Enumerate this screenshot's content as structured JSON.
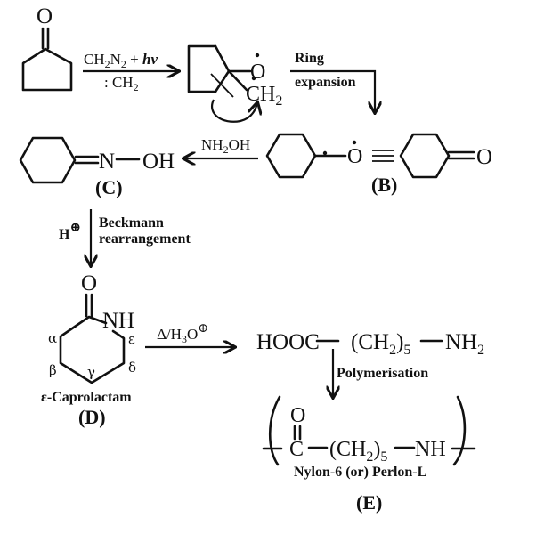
{
  "diagram": {
    "title": "Synthesis of Nylon-6 from cyclopentanone",
    "step1": {
      "reagent_top": "CH2N2 + hv",
      "reagent_top_parts": [
        "CH",
        "2",
        "N",
        "2",
        " + ",
        "hν"
      ],
      "reagent_bottom": ": CH2",
      "reagent_bottom_parts": [
        ": CH",
        "2"
      ],
      "start_atom_O": "O",
      "intermediate_O": "O",
      "intermediate_CH2": "CH2",
      "intermediate_CH2_parts": [
        "CH",
        "2"
      ]
    },
    "step2": {
      "label_line1": "Ring",
      "label_line2": "expansion"
    },
    "compound_B": {
      "label": "(B)",
      "radical_O": "O",
      "equivalence": "≡",
      "ketone_O": "O"
    },
    "step3": {
      "reagent": "NH2OH",
      "reagent_parts": [
        "NH",
        "2",
        "OH"
      ]
    },
    "compound_C": {
      "label": "(C)",
      "formula_N": "N",
      "formula_OH": "OH",
      "dash": "—"
    },
    "step4": {
      "catalyst": "H",
      "catalyst_charge": "⊕",
      "label_line1": "Beckmann",
      "label_line2": "rearrangement"
    },
    "compound_D": {
      "label": "(D)",
      "name": "ε-Caprolactam",
      "atom_O": "O",
      "atom_NH": "NH",
      "positions": {
        "alpha": "α",
        "beta": "β",
        "gamma": "γ",
        "delta": "δ",
        "epsilon": "ε"
      }
    },
    "step5": {
      "reagent": "Δ/H3O⊕",
      "reagent_parts": [
        "Δ/H",
        "3",
        "O",
        "⊕"
      ]
    },
    "amino_acid": {
      "formula": "HOOC—(CH2)5—NH2",
      "part_hooc": "HOOC",
      "part_ch2": "(CH",
      "part_sub2": "2",
      "part_close": ")",
      "part_sub5": "5",
      "part_nh": "NH",
      "part_nh_sub": "2"
    },
    "step6": {
      "label": "Polymerisation"
    },
    "compound_E": {
      "label": "(E)",
      "name": "Nylon-6 (or) Perlon-L",
      "atom_O": "O",
      "atom_C": "C",
      "part_ch2": "(CH",
      "part_sub2": "2",
      "part_close": ")",
      "part_sub5": "5",
      "part_nh": "NH"
    }
  }
}
